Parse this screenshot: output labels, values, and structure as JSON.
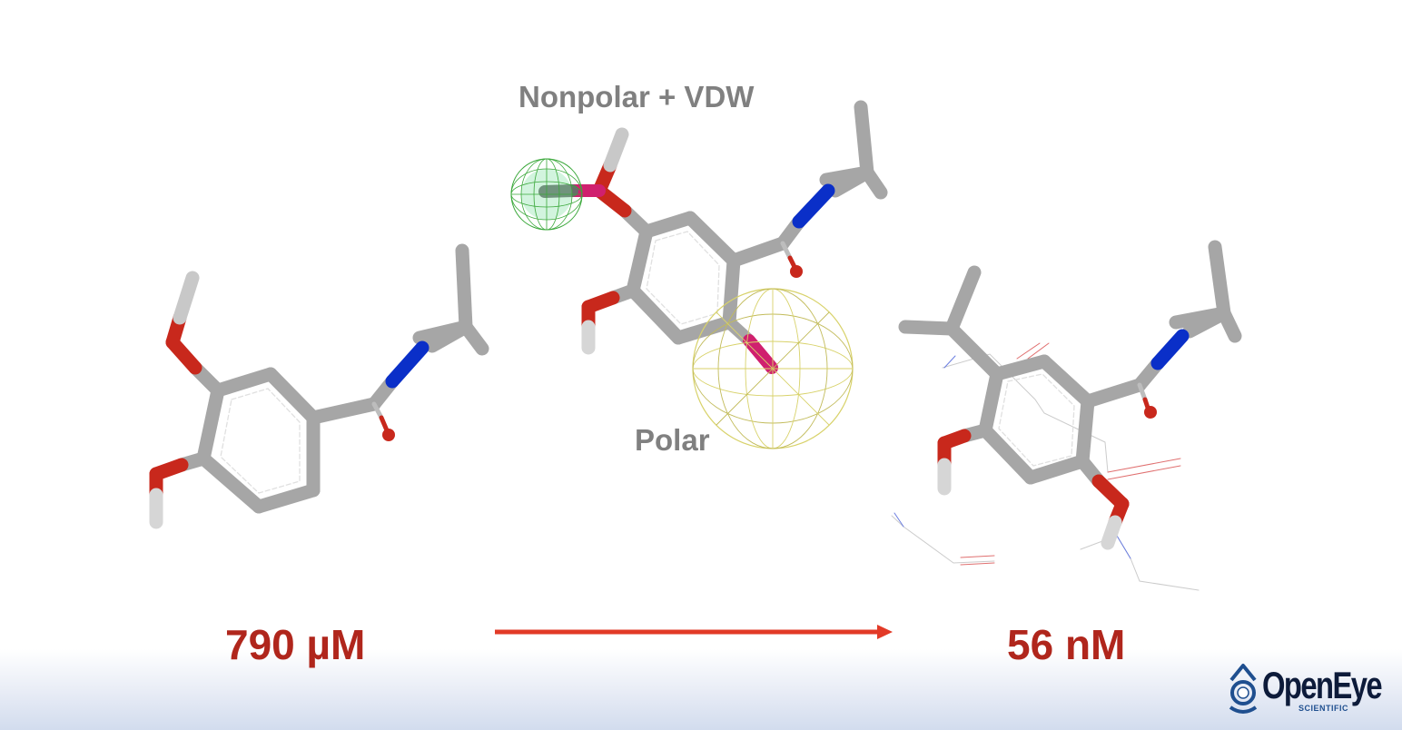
{
  "labels": {
    "nonpolar": "Nonpolar + VDW",
    "polar": "Polar"
  },
  "affinity": {
    "start": "790 µM",
    "end": "56 nM"
  },
  "arrow": {
    "color": "#e23a27",
    "direction": "right"
  },
  "molecules": [
    {
      "name": "starting-ligand",
      "description": "3-methoxy-4-hydroxy-N-isopropylbenzamide stick model"
    },
    {
      "name": "annotated-ligand",
      "description": "stick model with green nonpolar/VDW mesh sphere and yellow polar mesh sphere"
    },
    {
      "name": "optimized-ligand",
      "description": "3-isopropyl-4,6-dihydroxy benzamide stick model with protein wireframe context"
    }
  ],
  "colors": {
    "carbon": "#a9a9a9",
    "oxygen": "#c8281c",
    "nitrogen": "#0a2fc8",
    "hydrogen": "#d6d6d6",
    "highlight": "#d0206e",
    "affinity_text": "#b0261c",
    "label_text": "#808080",
    "nonpolar_mesh": "#3aa83a",
    "polar_mesh": "#d8d26a"
  },
  "logo": {
    "name": "OpenEye",
    "subtitle": "SCIENTIFIC"
  }
}
